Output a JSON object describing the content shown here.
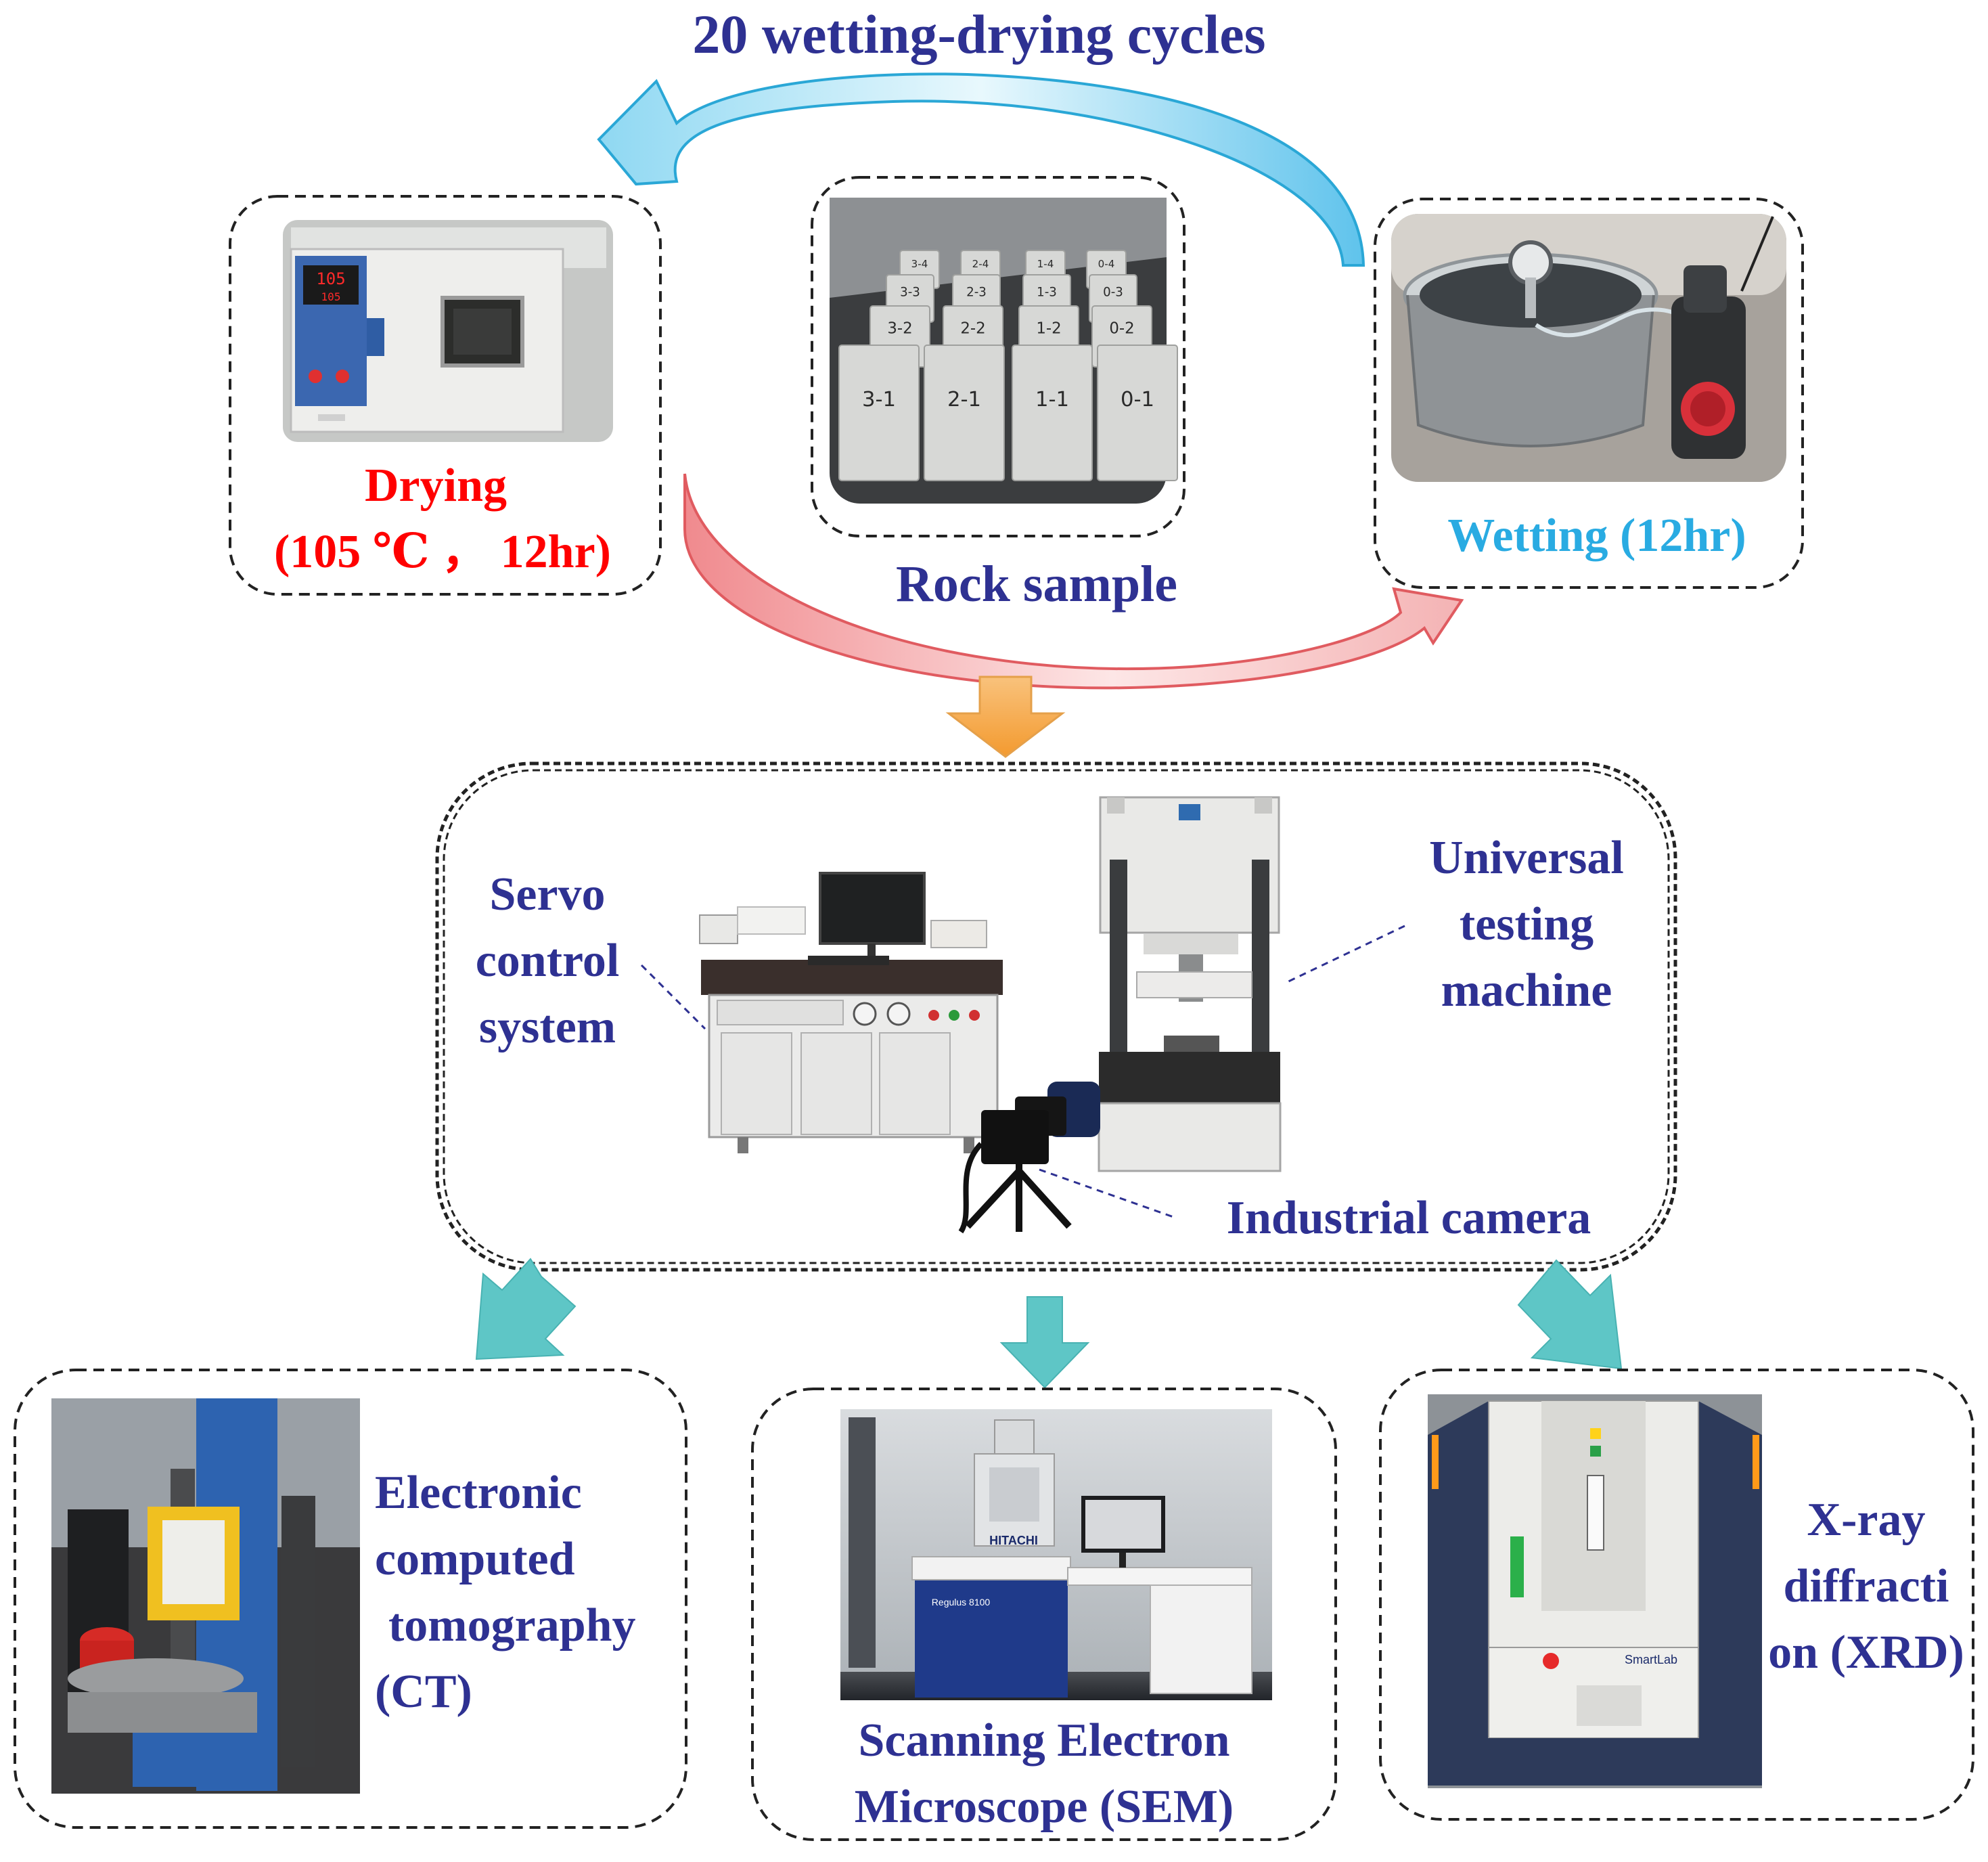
{
  "title": "20 wetting-drying cycles",
  "drying": {
    "line1": "Drying",
    "line2": "(105 ℃ ， 12hr)"
  },
  "rock_sample": {
    "label": "Rock sample",
    "tags": [
      "3-1",
      "2-1",
      "1-1",
      "0-1",
      "3-2",
      "2-2",
      "1-2",
      "0-2",
      "3-3",
      "2-3",
      "1-3",
      "0-3",
      "3-4",
      "2-4",
      "1-4",
      "0-4"
    ]
  },
  "wetting": {
    "label": "Wetting (12hr)"
  },
  "oven_display": {
    "line1": "105",
    "line2": "105"
  },
  "testing": {
    "servo": [
      "Servo",
      "control",
      "system"
    ],
    "utm": [
      "Universal",
      "testing",
      "machine"
    ],
    "camera": "Industrial camera"
  },
  "ct": {
    "lines": [
      "Electronic",
      "computed",
      "tomography",
      "(CT)"
    ]
  },
  "sem": {
    "lines": [
      "Scanning Electron",
      "Microscope (SEM)"
    ],
    "brand": "HITACHI",
    "model": "Regulus 8100"
  },
  "xrd": {
    "lines": [
      "X-ray",
      "diffracti",
      "on (XRD)"
    ],
    "brand": "SmartLab"
  },
  "colors": {
    "title": "#2e3192",
    "label": "#2e3192",
    "drying": "#ff0000",
    "wetting": "#29abe2",
    "down_arrow": "#f7a94a",
    "teal_arrow": "#5ec6c6",
    "blue_arrow": "#87d4ee",
    "pink_arrow": "#f4a0a2",
    "dashed_border": "#222222"
  }
}
